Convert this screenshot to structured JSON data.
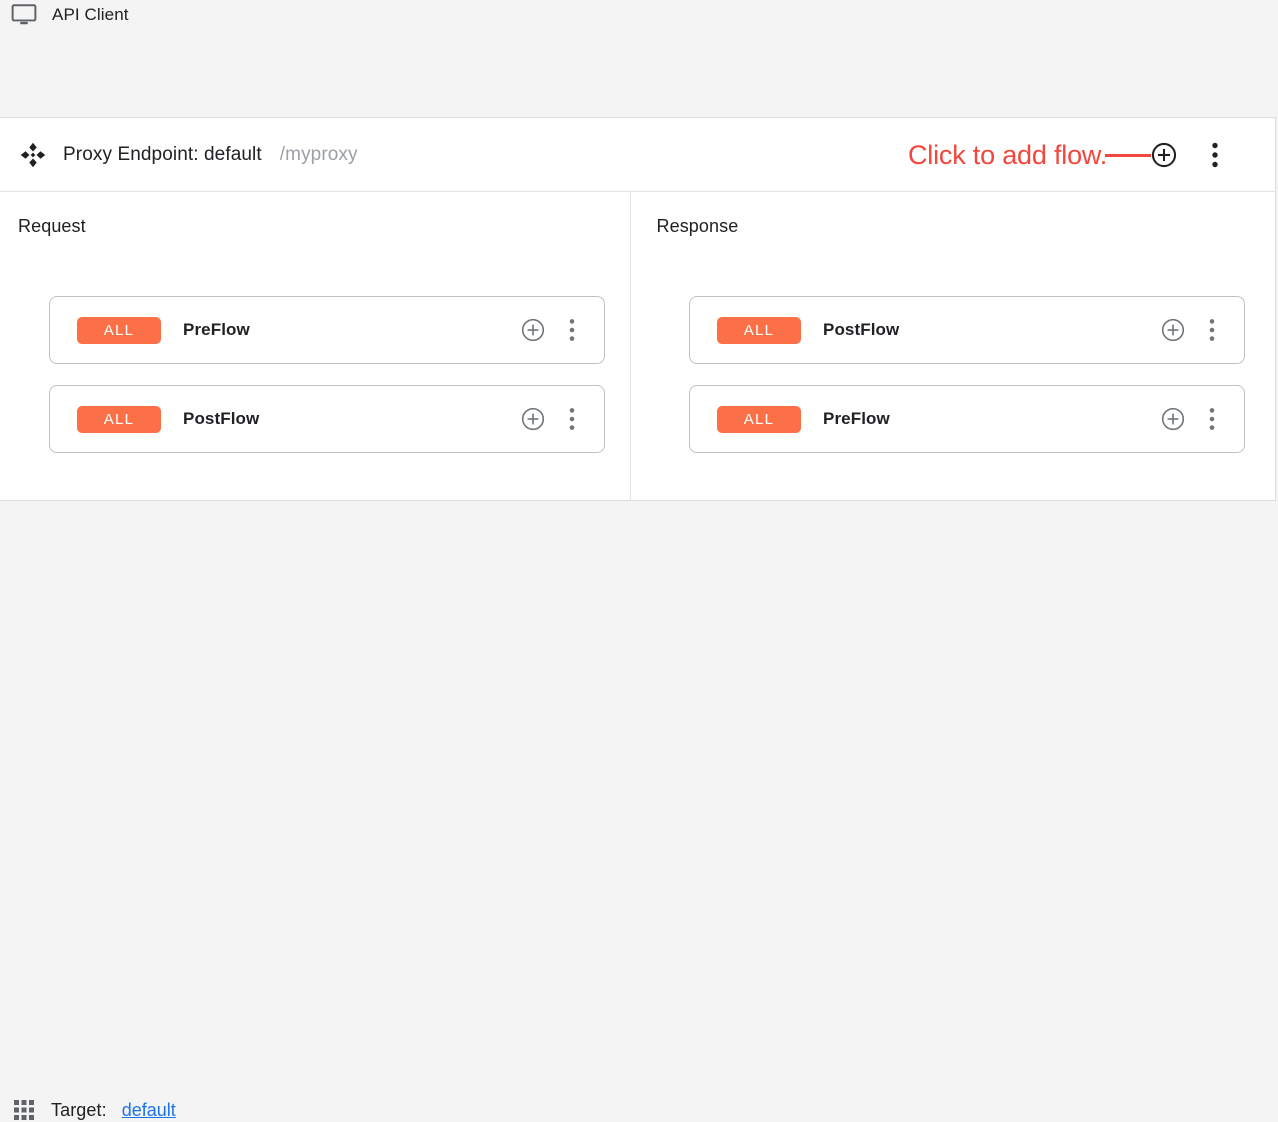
{
  "client": {
    "label": "API Client",
    "icon": "monitor-icon"
  },
  "endpoint": {
    "drag_icon": "move-diamond-icon",
    "title": "Proxy Endpoint: default",
    "path": "/myproxy",
    "add_icon": "plus-circle-icon",
    "menu_icon": "more-vertical-icon",
    "annotation": {
      "text": "Click to add flow.",
      "color": "#f4463c"
    }
  },
  "columns": [
    {
      "title": "Request",
      "direction": "down",
      "flows": [
        {
          "badge": "ALL",
          "name": "PreFlow",
          "add_icon": "plus-circle-icon",
          "menu_icon": "more-vertical-icon"
        },
        {
          "badge": "ALL",
          "name": "PostFlow",
          "add_icon": "plus-circle-icon",
          "menu_icon": "more-vertical-icon"
        }
      ]
    },
    {
      "title": "Response",
      "direction": "up",
      "flows": [
        {
          "badge": "ALL",
          "name": "PostFlow",
          "add_icon": "plus-circle-icon",
          "menu_icon": "more-vertical-icon"
        },
        {
          "badge": "ALL",
          "name": "PreFlow",
          "add_icon": "plus-circle-icon",
          "menu_icon": "more-vertical-icon"
        }
      ]
    }
  ],
  "target": {
    "grid_icon": "apps-grid-icon",
    "label": "Target:",
    "link": "default"
  },
  "colors": {
    "badge_orange": "#fb7047",
    "annotation_red": "#f4463c",
    "link_blue": "#1a73e8",
    "connector_gray": "#8a8a8a",
    "panel_bg": "#f4f4f4",
    "card_bg": "#ffffff"
  }
}
